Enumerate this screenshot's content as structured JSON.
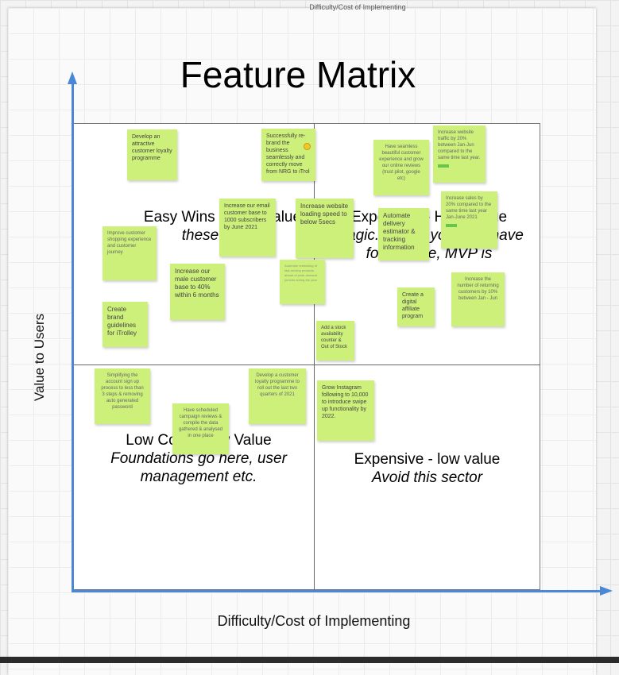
{
  "board": {
    "top_caption": "Difficulty/Cost of Implementing",
    "title": "Feature Matrix",
    "y_axis_label": "Value to Users",
    "x_axis_label": "Difficulty/Cost of Implementing"
  },
  "quadrants": {
    "top_left": {
      "head": "Easy Wins - High Value",
      "sub": "these things"
    },
    "top_right": {
      "head": "Expensive - High Value",
      "sub": "magic. Only if you only have focus here, MVP is"
    },
    "bottom_left": {
      "head": "Low Cost - Low Value",
      "sub": "Foundations go here, user management etc."
    },
    "bottom_right": {
      "head": "Expensive - low value",
      "sub": "Avoid this sector"
    }
  },
  "notes": [
    {
      "id": "loyalty-programme",
      "text": "Develop an attractive customer loyalty programme"
    },
    {
      "id": "rebrand",
      "text": "Successfully re-brand the business seamlessly and correctly move from NRG to iTrol"
    },
    {
      "id": "reviews",
      "text": "Have seamless beautiful customer experience and grow our online reviews (trust pilot, google etc)"
    },
    {
      "id": "website-traffic",
      "text": "Increase website traffic by 20% between Jan-Jun compared to the same time last year."
    },
    {
      "id": "email-subscribers",
      "text": "Increase our email customer base to 1000 subscribers by June 2021"
    },
    {
      "id": "loading-speed",
      "text": "Increase website loading speed to below 5secs"
    },
    {
      "id": "automate-delivery",
      "text": "Automate delivery estimator & tracking information"
    },
    {
      "id": "sales",
      "text": "Increase sales by 20% compared to the same time last year Jan-June 2021"
    },
    {
      "id": "shopping-experience",
      "text": "Improve customer shopping experience and customer journey"
    },
    {
      "id": "male-customers",
      "text": "Increase our male customer base to 40% within 6 months"
    },
    {
      "id": "faint-note",
      "text": "Automate restocking of fast-moving products ahead of peak demand periods during the year"
    },
    {
      "id": "affiliate",
      "text": "Create a digital affiliate program"
    },
    {
      "id": "returning-customers",
      "text": "Increase the number of returning customers by 10% between Jan - Jun"
    },
    {
      "id": "brand-guidelines",
      "text": "Create brand guidelines for iTrolley"
    },
    {
      "id": "stock-counter",
      "text": "Add a stock availability counter & Out of Stock"
    },
    {
      "id": "signup",
      "text": "Simplifying the account sign up process to less than 3 steps & removing auto generated password"
    },
    {
      "id": "loyalty-rollout",
      "text": "Develop a customer loyalty programme to roll out the last two quarters of 2021"
    },
    {
      "id": "campaign-reviews",
      "text": "Have scheduled campaign reviews & compile the data gathered & analysed in one place"
    },
    {
      "id": "instagram",
      "text": "Grow Instagram following to 10,000 to introduce swipe up functionality by 2022."
    }
  ]
}
